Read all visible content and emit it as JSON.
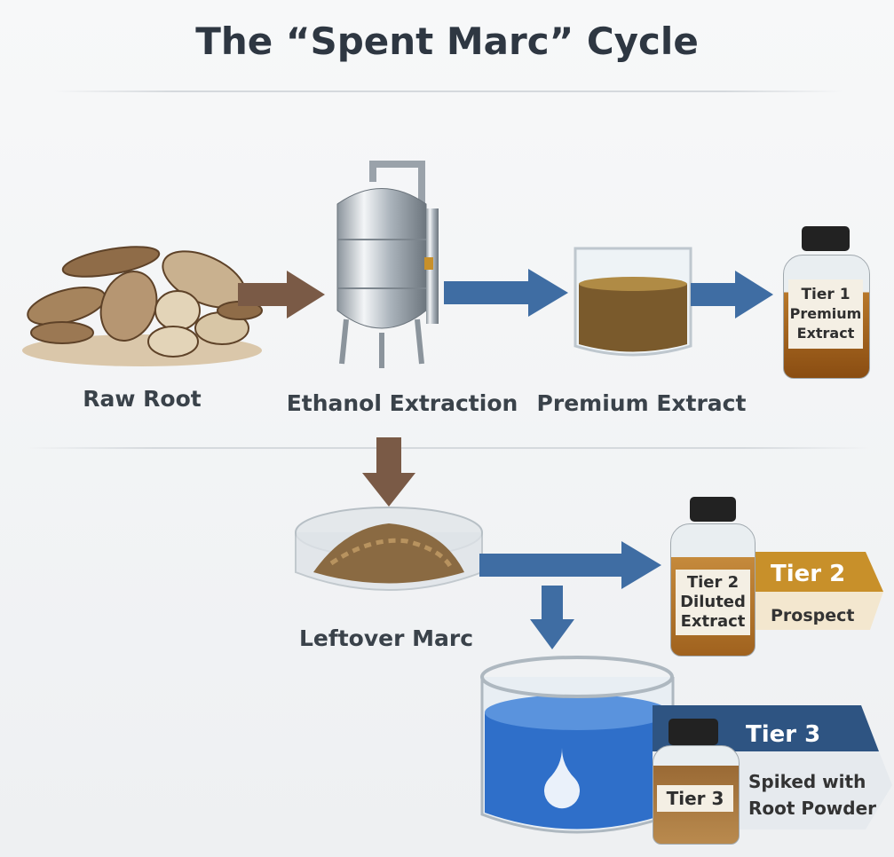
{
  "title": "The “Spent Marc” Cycle",
  "steps": {
    "raw_root": "Raw Root",
    "ethanol_extraction": "Ethanol Extraction",
    "premium_extract": "Premium Extract",
    "leftover_marc": "Leftover Marc"
  },
  "tier1": {
    "bottle_lines": [
      "Tier 1",
      "Premium",
      "Extract"
    ]
  },
  "tier2": {
    "bottle_lines": [
      "Tier 2",
      "Diluted",
      "Extract"
    ],
    "ribbon_title": "Tier 2",
    "ribbon_sub": "Prospect"
  },
  "tier3": {
    "bottle_label": "Tier 3",
    "ribbon_title": "Tier 3",
    "ribbon_sub_lines": [
      "Spiked with",
      "Root Powder"
    ]
  },
  "colors": {
    "brown_arrow": "#7a5a46",
    "blue_arrow": "#3f6da3",
    "gold": "#c8902a",
    "navy": "#2e5482",
    "water": "#2f6fc9"
  }
}
